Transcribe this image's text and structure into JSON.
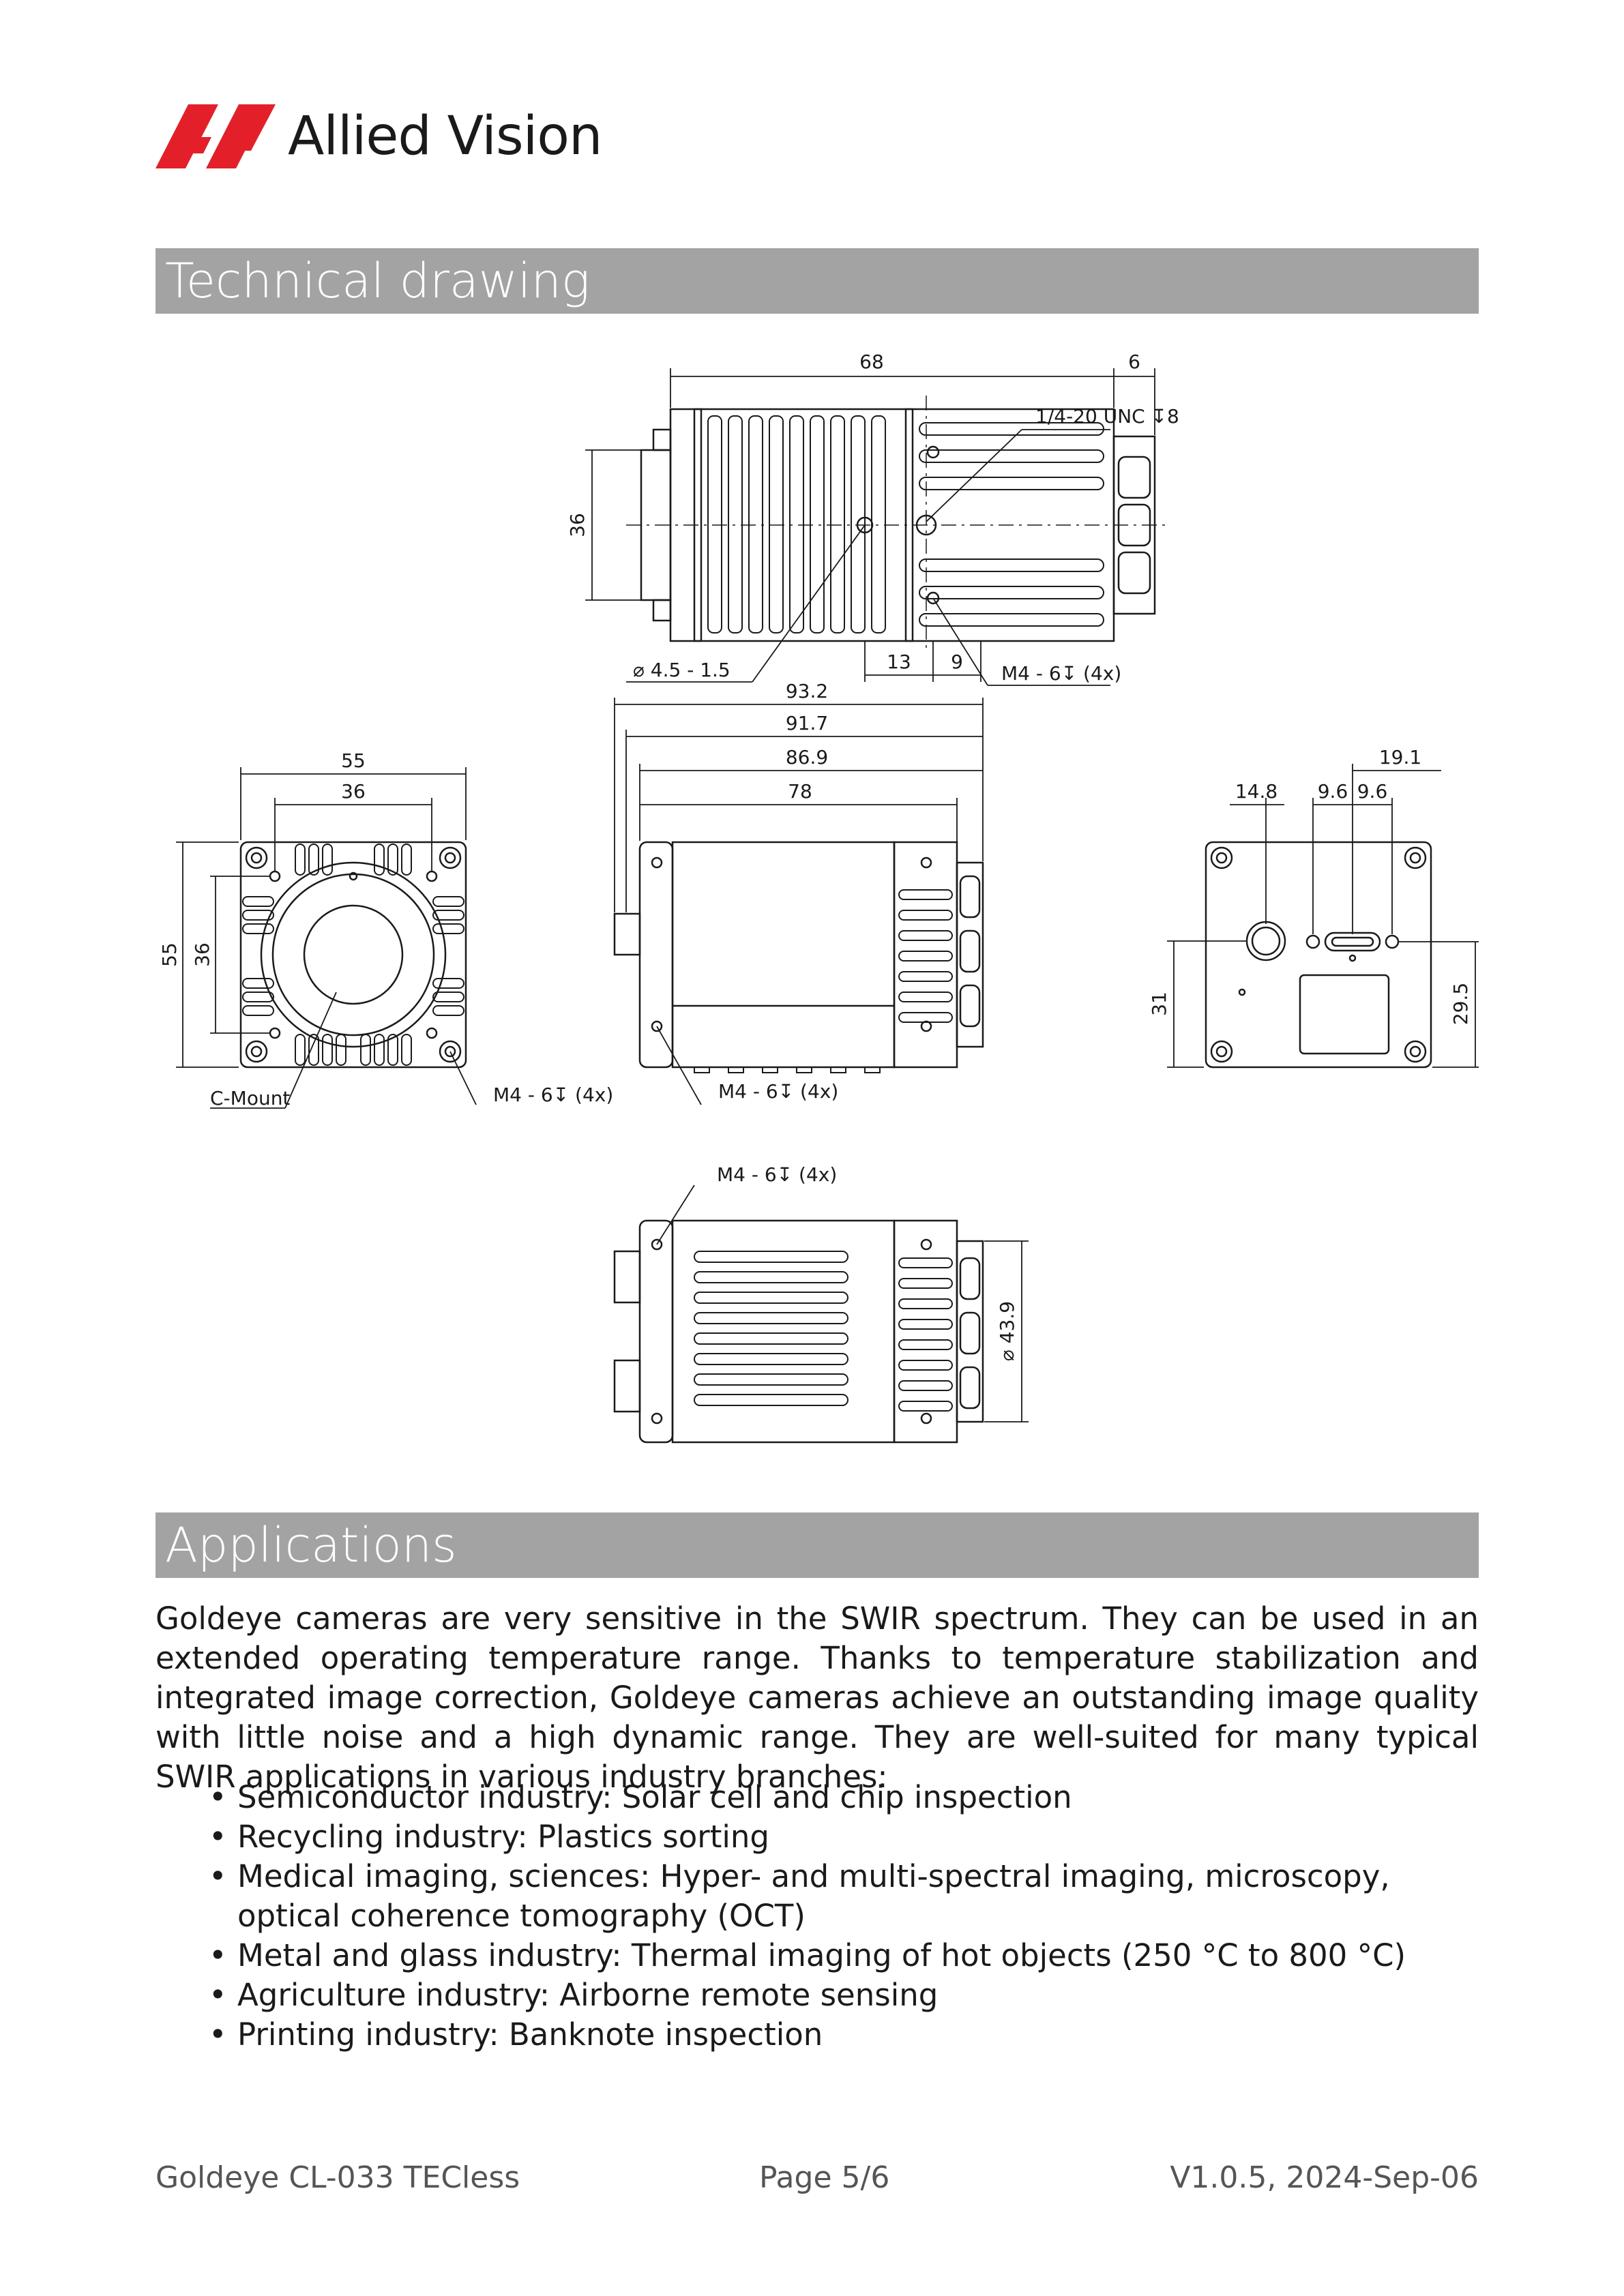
{
  "brand": {
    "name": "Allied Vision",
    "logo_color": "#e3202a"
  },
  "sections": {
    "drawing_title": "Technical drawing",
    "applications_title": "Applications"
  },
  "dimensions": {
    "top_view": {
      "w68": "68",
      "w6": "6",
      "unc": "1/4-20 UNC ↧8",
      "h36": "36",
      "hole": "⌀ 4.5 - 1.5",
      "d13": "13",
      "d9": "9",
      "m4": "M4 - 6↧ (4x)"
    },
    "front_view": {
      "w55": "55",
      "w36": "36",
      "h55": "55",
      "h36": "36",
      "cmount": "C-Mount",
      "m4": "M4 - 6↧ (4x)"
    },
    "side_view": {
      "d932": "93.2",
      "d917": "91.7",
      "d869": "86.9",
      "d78": "78",
      "m4": "M4 - 6↧ (4x)"
    },
    "rear_view": {
      "d191": "19.1",
      "d148": "14.8",
      "d96a": "9.6",
      "d96b": "9.6",
      "h31": "31",
      "h295": "29.5"
    },
    "bottom_view": {
      "m4": "M4 - 6↧ (4x)",
      "dia": "⌀ 43.9"
    }
  },
  "applications": {
    "intro": "Goldeye cameras are very sensitive in the SWIR spectrum. They can be used in an extended operating temperature range. Thanks to temperature stabilization and integrated image correction, Goldeye cameras achieve an outstanding image quality with little noise and a high dynamic range. They are well-suited for many typical SWIR applications in various industry branches:",
    "items": [
      "Semiconductor industry: Solar cell and chip inspection",
      "Recycling industry: Plastics sorting",
      "Medical imaging, sciences: Hyper- and multi-spectral imaging, microscopy, optical coherence tomography (OCT)",
      "Metal and glass industry: Thermal imaging of hot objects (250 °C to 800 °C)",
      "Agriculture industry: Airborne remote sensing",
      "Printing industry: Banknote inspection"
    ]
  },
  "footer": {
    "product": "Goldeye CL-033 TECless",
    "page": "Page 5/6",
    "version": "V1.0.5, 2024-Sep-06"
  }
}
